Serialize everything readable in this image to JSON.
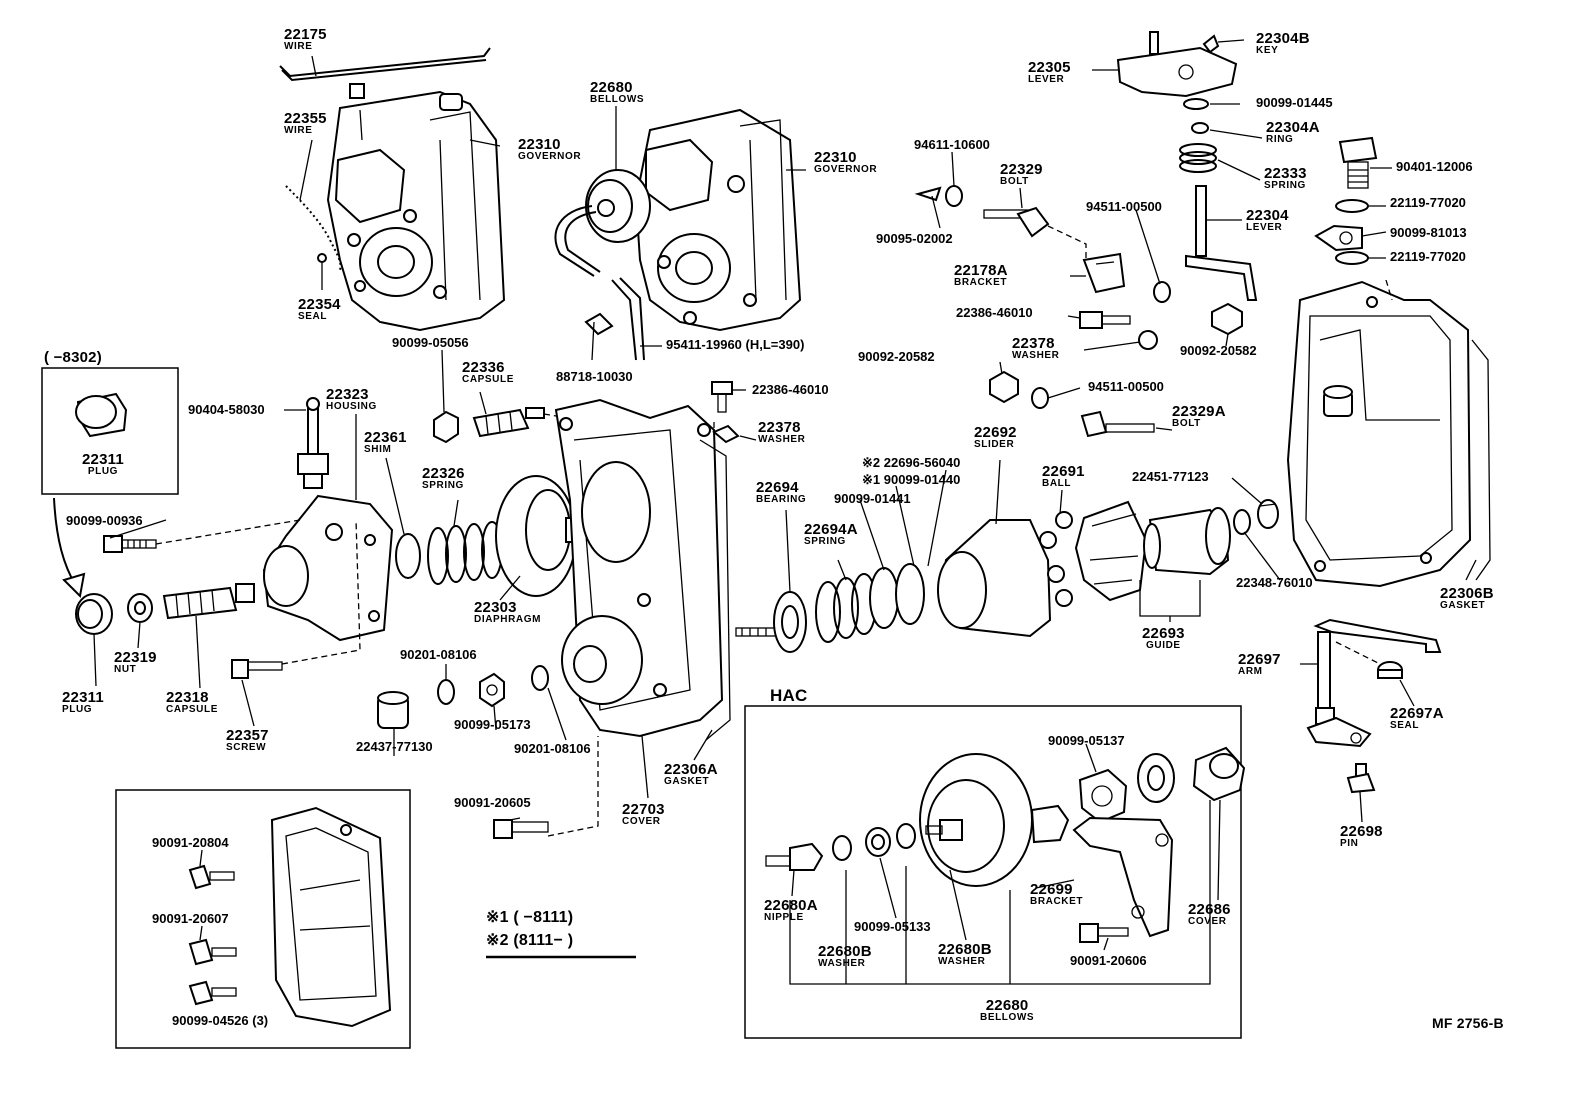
{
  "figure_code": "MF 2756-B",
  "hac_title": "HAC",
  "plug_box_range": "(     −8302)",
  "footnote_1": "※1 (      −8111)",
  "footnote_2": "※2 (8111−      )",
  "parts": [
    {
      "id": "wire-22175",
      "pn": "22175",
      "name": "WIRE"
    },
    {
      "id": "wire-22355",
      "pn": "22355",
      "name": "WIRE"
    },
    {
      "id": "seal-22354",
      "pn": "22354",
      "name": "SEAL"
    },
    {
      "id": "governor-22310-left",
      "pn": "22310",
      "name": "GOVERNOR"
    },
    {
      "id": "bellows-22680-top",
      "pn": "22680",
      "name": "BELLOWS"
    },
    {
      "id": "governor-22310-mid",
      "pn": "22310",
      "name": "GOVERNOR"
    },
    {
      "id": "part-90099-05056",
      "pn": "90099-05056",
      "name": ""
    },
    {
      "id": "part-88718-10030",
      "pn": "88718-10030",
      "name": ""
    },
    {
      "id": "part-95411-19960",
      "pn": "95411-19960 (H,L=390)",
      "name": ""
    },
    {
      "id": "plug-22311-box",
      "pn": "22311",
      "name": "PLUG"
    },
    {
      "id": "part-90404-58030",
      "pn": "90404-58030",
      "name": ""
    },
    {
      "id": "housing-22323",
      "pn": "22323",
      "name": "HOUSING"
    },
    {
      "id": "capsule-22336",
      "pn": "22336",
      "name": "CAPSULE"
    },
    {
      "id": "shim-22361",
      "pn": "22361",
      "name": "SHIM"
    },
    {
      "id": "spring-22326",
      "pn": "22326",
      "name": "SPRING"
    },
    {
      "id": "part-90099-00936",
      "pn": "90099-00936",
      "name": ""
    },
    {
      "id": "diaphragm-22303",
      "pn": "22303",
      "name": "DIAPHRAGM"
    },
    {
      "id": "nut-22319",
      "pn": "22319",
      "name": "NUT"
    },
    {
      "id": "plug-22311",
      "pn": "22311",
      "name": "PLUG"
    },
    {
      "id": "capsule-22318",
      "pn": "22318",
      "name": "CAPSULE"
    },
    {
      "id": "screw-22357",
      "pn": "22357",
      "name": "SCREW"
    },
    {
      "id": "part-90201-08106-a",
      "pn": "90201-08106",
      "name": ""
    },
    {
      "id": "part-22437-77130",
      "pn": "22437-77130",
      "name": ""
    },
    {
      "id": "part-90099-05173",
      "pn": "90099-05173",
      "name": ""
    },
    {
      "id": "part-90201-08106-b",
      "pn": "90201-08106",
      "name": ""
    },
    {
      "id": "gasket-22306A",
      "pn": "22306A",
      "name": "GASKET"
    },
    {
      "id": "part-90091-20605",
      "pn": "90091-20605",
      "name": ""
    },
    {
      "id": "cover-22703",
      "pn": "22703",
      "name": "COVER"
    },
    {
      "id": "part-22386-46010-a",
      "pn": "22386-46010",
      "name": ""
    },
    {
      "id": "washer-22378-a",
      "pn": "22378",
      "name": "WASHER"
    },
    {
      "id": "part-22696-56040",
      "pn": "※2 22696-56040",
      "name": ""
    },
    {
      "id": "part-90099-01440",
      "pn": "※1 90099-01440",
      "name": ""
    },
    {
      "id": "part-90099-01441",
      "pn": "90099-01441",
      "name": ""
    },
    {
      "id": "bearing-22694",
      "pn": "22694",
      "name": "BEARING"
    },
    {
      "id": "spring-22694A",
      "pn": "22694A",
      "name": "SPRING"
    },
    {
      "id": "slider-22692",
      "pn": "22692",
      "name": "SLIDER"
    },
    {
      "id": "ball-22691",
      "pn": "22691",
      "name": "BALL"
    },
    {
      "id": "guide-22693",
      "pn": "22693",
      "name": "GUIDE"
    },
    {
      "id": "part-94611-10600",
      "pn": "94611-10600",
      "name": ""
    },
    {
      "id": "part-90095-02002",
      "pn": "90095-02002",
      "name": ""
    },
    {
      "id": "bolt-22329",
      "pn": "22329",
      "name": "BOLT"
    },
    {
      "id": "bracket-22178A",
      "pn": "22178A",
      "name": "BRACKET"
    },
    {
      "id": "part-22386-46010-b",
      "pn": "22386-46010",
      "name": ""
    },
    {
      "id": "washer-22378-b",
      "pn": "22378",
      "name": "WASHER"
    },
    {
      "id": "part-90092-20582-a",
      "pn": "90092-20582",
      "name": ""
    },
    {
      "id": "part-94511-00500-a",
      "pn": "94511-00500",
      "name": ""
    },
    {
      "id": "part-94511-00500-b",
      "pn": "94511-00500",
      "name": ""
    },
    {
      "id": "bolt-22329A",
      "pn": "22329A",
      "name": "BOLT"
    },
    {
      "id": "part-22451-77123",
      "pn": "22451-77123",
      "name": ""
    },
    {
      "id": "part-22348-76010",
      "pn": "22348-76010",
      "name": ""
    },
    {
      "id": "key-22304B",
      "pn": "22304B",
      "name": "KEY"
    },
    {
      "id": "lever-22305",
      "pn": "22305",
      "name": "LEVER"
    },
    {
      "id": "part-90099-01445",
      "pn": "90099-01445",
      "name": ""
    },
    {
      "id": "ring-22304A",
      "pn": "22304A",
      "name": "RING"
    },
    {
      "id": "spring-22333",
      "pn": "22333",
      "name": "SPRING"
    },
    {
      "id": "lever-22304",
      "pn": "22304",
      "name": "LEVER"
    },
    {
      "id": "part-90092-20582-b",
      "pn": "90092-20582",
      "name": ""
    },
    {
      "id": "part-90401-12006",
      "pn": "90401-12006",
      "name": ""
    },
    {
      "id": "part-22119-77020-a",
      "pn": "22119-77020",
      "name": ""
    },
    {
      "id": "part-90099-81013",
      "pn": "90099-81013",
      "name": ""
    },
    {
      "id": "part-22119-77020-b",
      "pn": "22119-77020",
      "name": ""
    },
    {
      "id": "gasket-22306B",
      "pn": "22306B",
      "name": "GASKET"
    },
    {
      "id": "arm-22697",
      "pn": "22697",
      "name": "ARM"
    },
    {
      "id": "seal-22697A",
      "pn": "22697A",
      "name": "SEAL"
    },
    {
      "id": "pin-22698",
      "pn": "22698",
      "name": "PIN"
    },
    {
      "id": "part-90099-05137",
      "pn": "90099-05137",
      "name": ""
    },
    {
      "id": "nipple-22680A",
      "pn": "22680A",
      "name": "NIPPLE"
    },
    {
      "id": "part-90099-05133",
      "pn": "90099-05133",
      "name": ""
    },
    {
      "id": "washer-22680B-a",
      "pn": "22680B",
      "name": "WASHER"
    },
    {
      "id": "washer-22680B-b",
      "pn": "22680B",
      "name": "WASHER"
    },
    {
      "id": "bracket-22699",
      "pn": "22699",
      "name": "BRACKET"
    },
    {
      "id": "cover-22686",
      "pn": "22686",
      "name": "COVER"
    },
    {
      "id": "part-90091-20606",
      "pn": "90091-20606",
      "name": ""
    },
    {
      "id": "bellows-22680",
      "pn": "22680",
      "name": "BELLOWS"
    },
    {
      "id": "part-90091-20804",
      "pn": "90091-20804",
      "name": ""
    },
    {
      "id": "part-90091-20607",
      "pn": "90091-20607",
      "name": ""
    },
    {
      "id": "part-90099-04526",
      "pn": "90099-04526 (3)",
      "name": ""
    }
  ]
}
